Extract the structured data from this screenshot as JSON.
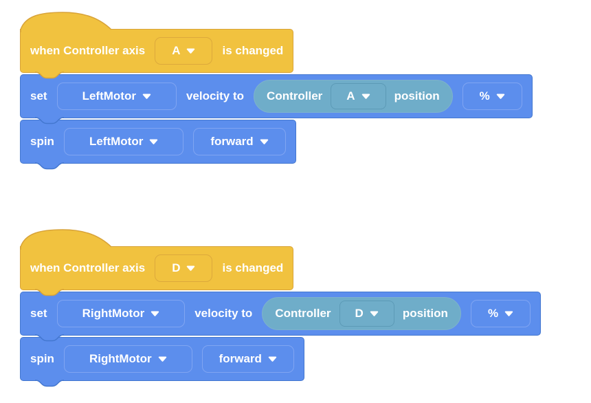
{
  "colors": {
    "background": "#FFFFFF",
    "event_block_fill": "#F1C23F",
    "event_block_border": "#D8A339",
    "motion_block_fill": "#5C8EED",
    "motion_block_border": "#4377CF",
    "dropdown_border_on_blue": "#80A5F2",
    "dropdown_border_on_yellow": "#DCA93C",
    "reporter_pill_fill": "#6FADC9",
    "reporter_pill_border": "#7EB2CC",
    "dropdown_border_on_teal": "#5C9AB6",
    "text": "#FFFFFF"
  },
  "stacks": [
    {
      "hat": {
        "text_before": "when Controller axis",
        "axis_value": "A",
        "text_after": "is changed"
      },
      "set_block": {
        "label_set": "set",
        "motor_value": "LeftMotor",
        "label_velocity_to": "velocity to",
        "reporter": {
          "label_device": "Controller",
          "axis_value": "A",
          "label_property": "position"
        },
        "unit_value": "%"
      },
      "spin_block": {
        "label_spin": "spin",
        "motor_value": "LeftMotor",
        "direction_value": "forward"
      }
    },
    {
      "hat": {
        "text_before": "when Controller axis",
        "axis_value": "D",
        "text_after": "is changed"
      },
      "set_block": {
        "label_set": "set",
        "motor_value": "RightMotor",
        "label_velocity_to": "velocity to",
        "reporter": {
          "label_device": "Controller",
          "axis_value": "D",
          "label_property": "position"
        },
        "unit_value": "%"
      },
      "spin_block": {
        "label_spin": "spin",
        "motor_value": "RightMotor",
        "direction_value": "forward"
      }
    }
  ]
}
